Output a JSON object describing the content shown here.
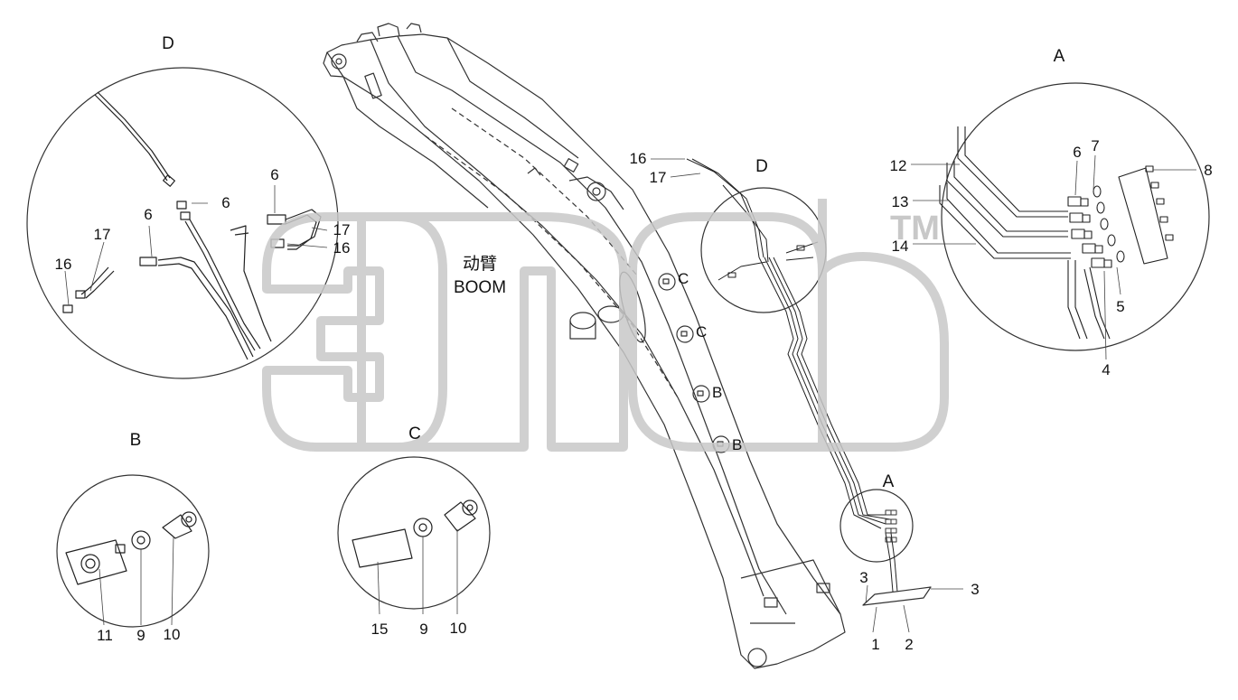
{
  "drawing": {
    "boom_label_cn": "动臂",
    "boom_label_en": "BOOM",
    "trademark": "TM"
  },
  "details": {
    "A_main": {
      "title": "A",
      "callouts": [
        "12",
        "13",
        "14",
        "6",
        "7",
        "8",
        "5",
        "4"
      ]
    },
    "A_small": {
      "title": "A"
    },
    "B": {
      "title": "B",
      "callouts": [
        "11",
        "9",
        "10"
      ]
    },
    "C": {
      "title": "C",
      "callouts": [
        "15",
        "9",
        "10"
      ]
    },
    "D_main": {
      "title": "D",
      "callouts": [
        "16",
        "17",
        "6",
        "6",
        "6",
        "17",
        "16"
      ]
    },
    "D_small": {
      "title": "D"
    }
  },
  "boom_callouts": {
    "top": [
      "16",
      "17"
    ],
    "refs": [
      "C",
      "C",
      "B",
      "B"
    ],
    "bottom": [
      "3",
      "3",
      "1",
      "2"
    ]
  }
}
